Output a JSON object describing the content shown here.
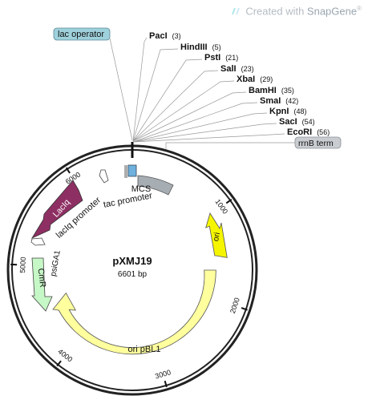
{
  "watermark": {
    "prefix": "Created with ",
    "brand": "SnapGene",
    "mark": "®"
  },
  "plasmid": {
    "name": "pXMJ19",
    "length_label": "6601 bp",
    "length_bp": 6601
  },
  "ticks": [
    "1000",
    "2000",
    "3000",
    "4000",
    "5000",
    "6000"
  ],
  "restriction_sites": [
    {
      "enzyme": "PacI",
      "position": "(3)"
    },
    {
      "enzyme": "HindIII",
      "position": "(5)"
    },
    {
      "enzyme": "PstI",
      "position": "(21)"
    },
    {
      "enzyme": "SalI",
      "position": "(23)"
    },
    {
      "enzyme": "XbaI",
      "position": "(29)"
    },
    {
      "enzyme": "BamHI",
      "position": "(35)"
    },
    {
      "enzyme": "SmaI",
      "position": "(42)"
    },
    {
      "enzyme": "KpnI",
      "position": "(48)"
    },
    {
      "enzyme": "SacI",
      "position": "(54)"
    },
    {
      "enzyme": "EcoRI",
      "position": "(56)"
    }
  ],
  "callouts": {
    "lac_operator": "lac operator",
    "rrnB_term": "rrnB term"
  },
  "features": {
    "mcs": "MCS",
    "tac_promoter": "tac promoter",
    "lacIq_promoter": "lacIq promoter",
    "lacIq": "LacIq",
    "psiGA1": "psiGA1",
    "cmR": "CmR",
    "ori": "ori",
    "ori_pBL1": "ori pBL1"
  },
  "colors": {
    "lacIq": "#8e2f63",
    "cmR": "#c6f7c6",
    "ori": "#f5f500",
    "ori_pBL1": "#ffff9e",
    "terminator": "#a6adb3",
    "operator": "#9fd1dc",
    "mcs_fill": "#6fb1de",
    "backbone": "#222222"
  }
}
